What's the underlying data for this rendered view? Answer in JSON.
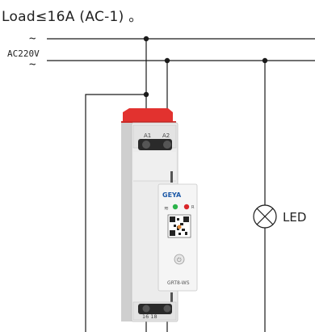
{
  "title": "Load≤16A (AC-1) 。",
  "supply": {
    "tilde_top": "~",
    "voltage": "AC220V",
    "tilde_bottom": "~"
  },
  "terminals": {
    "a1": "A1",
    "a2": "A2",
    "bottom": "16 18"
  },
  "device": {
    "brand": "GEYA",
    "indicator_letter": "R",
    "model": "GRT8-WS"
  },
  "load": {
    "label": "LED"
  },
  "colors": {
    "wire": "#1a1a1a",
    "housing": "#e9e9e9",
    "clip": "#e2322f",
    "led_green": "#2bb34a",
    "led_red": "#d9262a"
  }
}
